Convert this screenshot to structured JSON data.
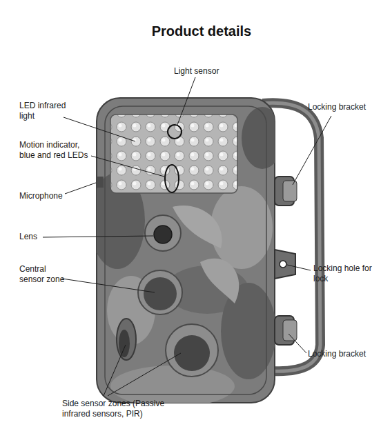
{
  "diagram": {
    "title": "Product details",
    "labels": [
      "Light sensor",
      "LED infrared light",
      "Motion indicator, blue and red LEDs",
      "Microphone",
      "Lens",
      "Central sensor zone",
      "Side sensor zones (Passive infrared sensors, PIR)",
      "Locking bracket",
      "Locking hole for lock",
      "Locking bracket"
    ]
  }
}
